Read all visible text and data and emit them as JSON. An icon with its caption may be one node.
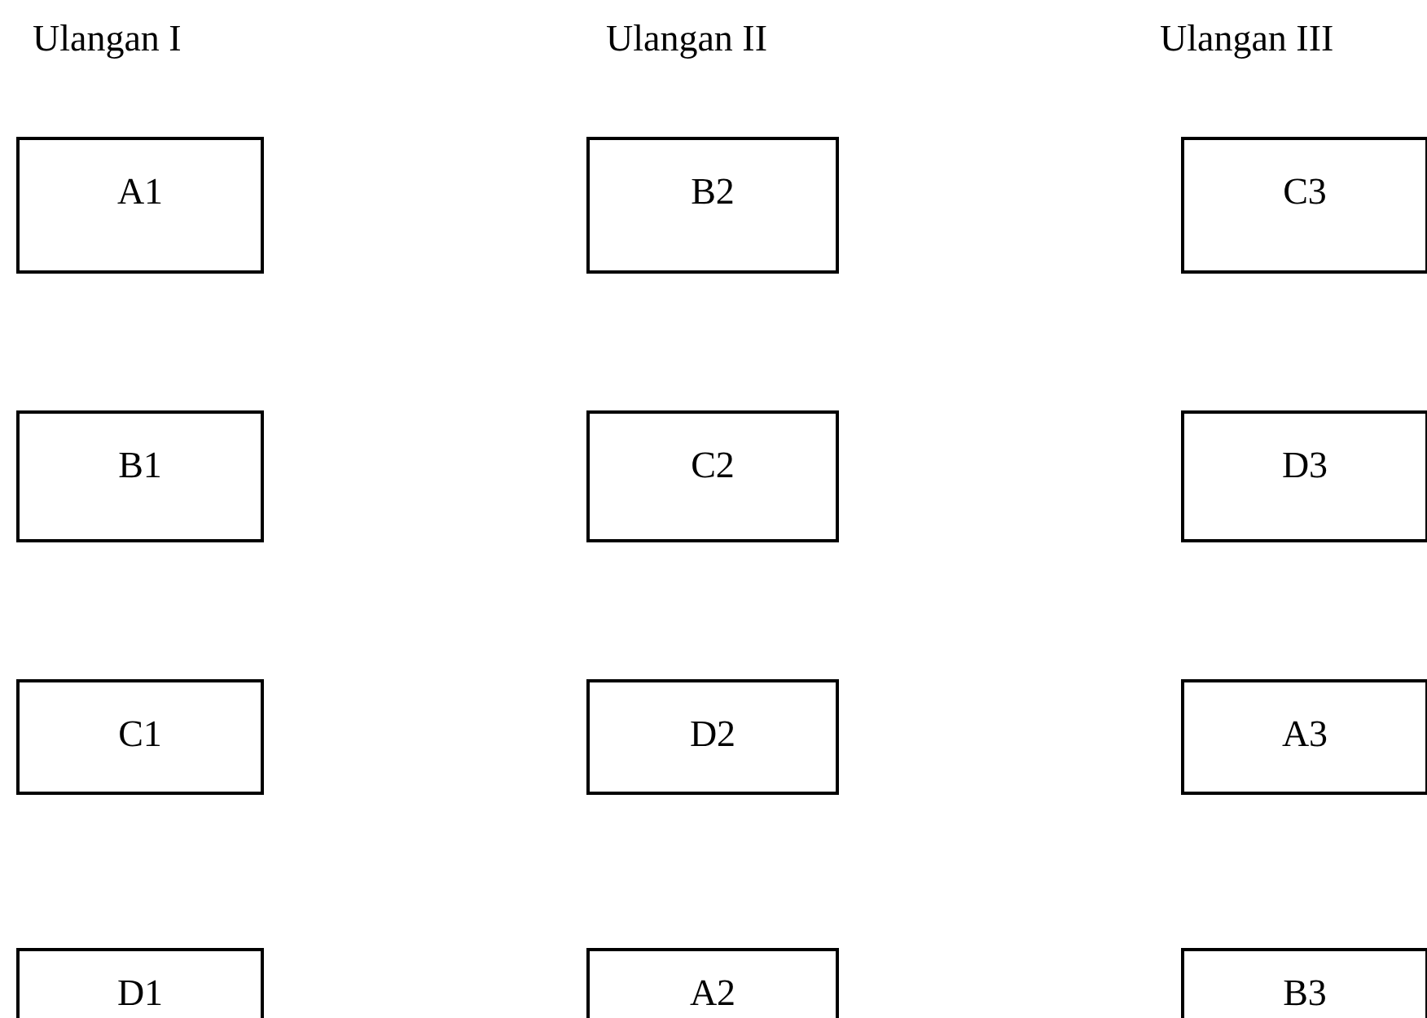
{
  "diagram": {
    "nodes": [
      {
        "text": [
          "A1"
        ]
      },
      {
        "text": [
          "B2"
        ]
      },
      {
        "text": [
          "C3"
        ]
      },
      {
        "text": [
          "B1"
        ]
      },
      {
        "text": [
          "C2"
        ]
      },
      {
        "text": [
          "D3"
        ]
      },
      {
        "text": [
          "C1"
        ]
      },
      {
        "text": [
          "D2"
        ]
      },
      {
        "text": [
          "A3"
        ]
      },
      {
        "text": [
          "D1"
        ]
      },
      {
        "text": [
          "A2"
        ]
      },
      {
        "text": [
          "B3"
        ]
      }
    ],
    "edges": [],
    "labels": [
      "Ulangan I",
      "Ulangan II",
      "Ulangan III"
    ]
  }
}
